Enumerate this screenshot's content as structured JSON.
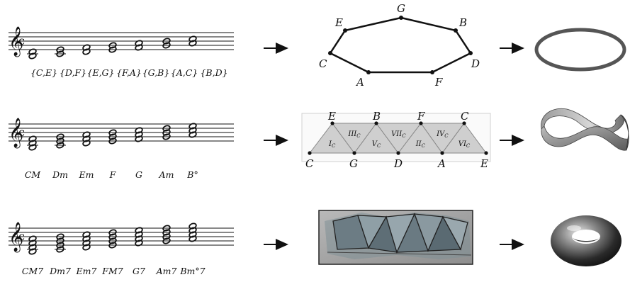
{
  "rows": [
    {
      "chord_labels": [
        "{C,E}",
        "{D,F}",
        "{E,G}",
        "{F,A}",
        "{G,B}",
        "{A,C}",
        "{B,D}"
      ],
      "graph_nodes": [
        "G",
        "E",
        "B",
        "C",
        "D",
        "A",
        "F"
      ],
      "shape": "ring"
    },
    {
      "chord_labels": [
        "CM",
        "Dm",
        "Em",
        "F",
        "G",
        "Am",
        "B°"
      ],
      "top_nodes": [
        "E",
        "B",
        "F",
        "C"
      ],
      "bottom_nodes": [
        "C",
        "G",
        "D",
        "A",
        "E"
      ],
      "triangle_labels": [
        {
          "base": "I",
          "sub": "C"
        },
        {
          "base": "III",
          "sub": "C"
        },
        {
          "base": "V",
          "sub": "C"
        },
        {
          "base": "VII",
          "sub": "C"
        },
        {
          "base": "II",
          "sub": "C"
        },
        {
          "base": "IV",
          "sub": "C"
        },
        {
          "base": "VI",
          "sub": "C"
        }
      ],
      "shape": "mobius-strip"
    },
    {
      "chord_labels": [
        "CM7",
        "Dm7",
        "Em7",
        "FM7",
        "G7",
        "Am7",
        "Bm°7"
      ],
      "shape": "torus"
    }
  ]
}
